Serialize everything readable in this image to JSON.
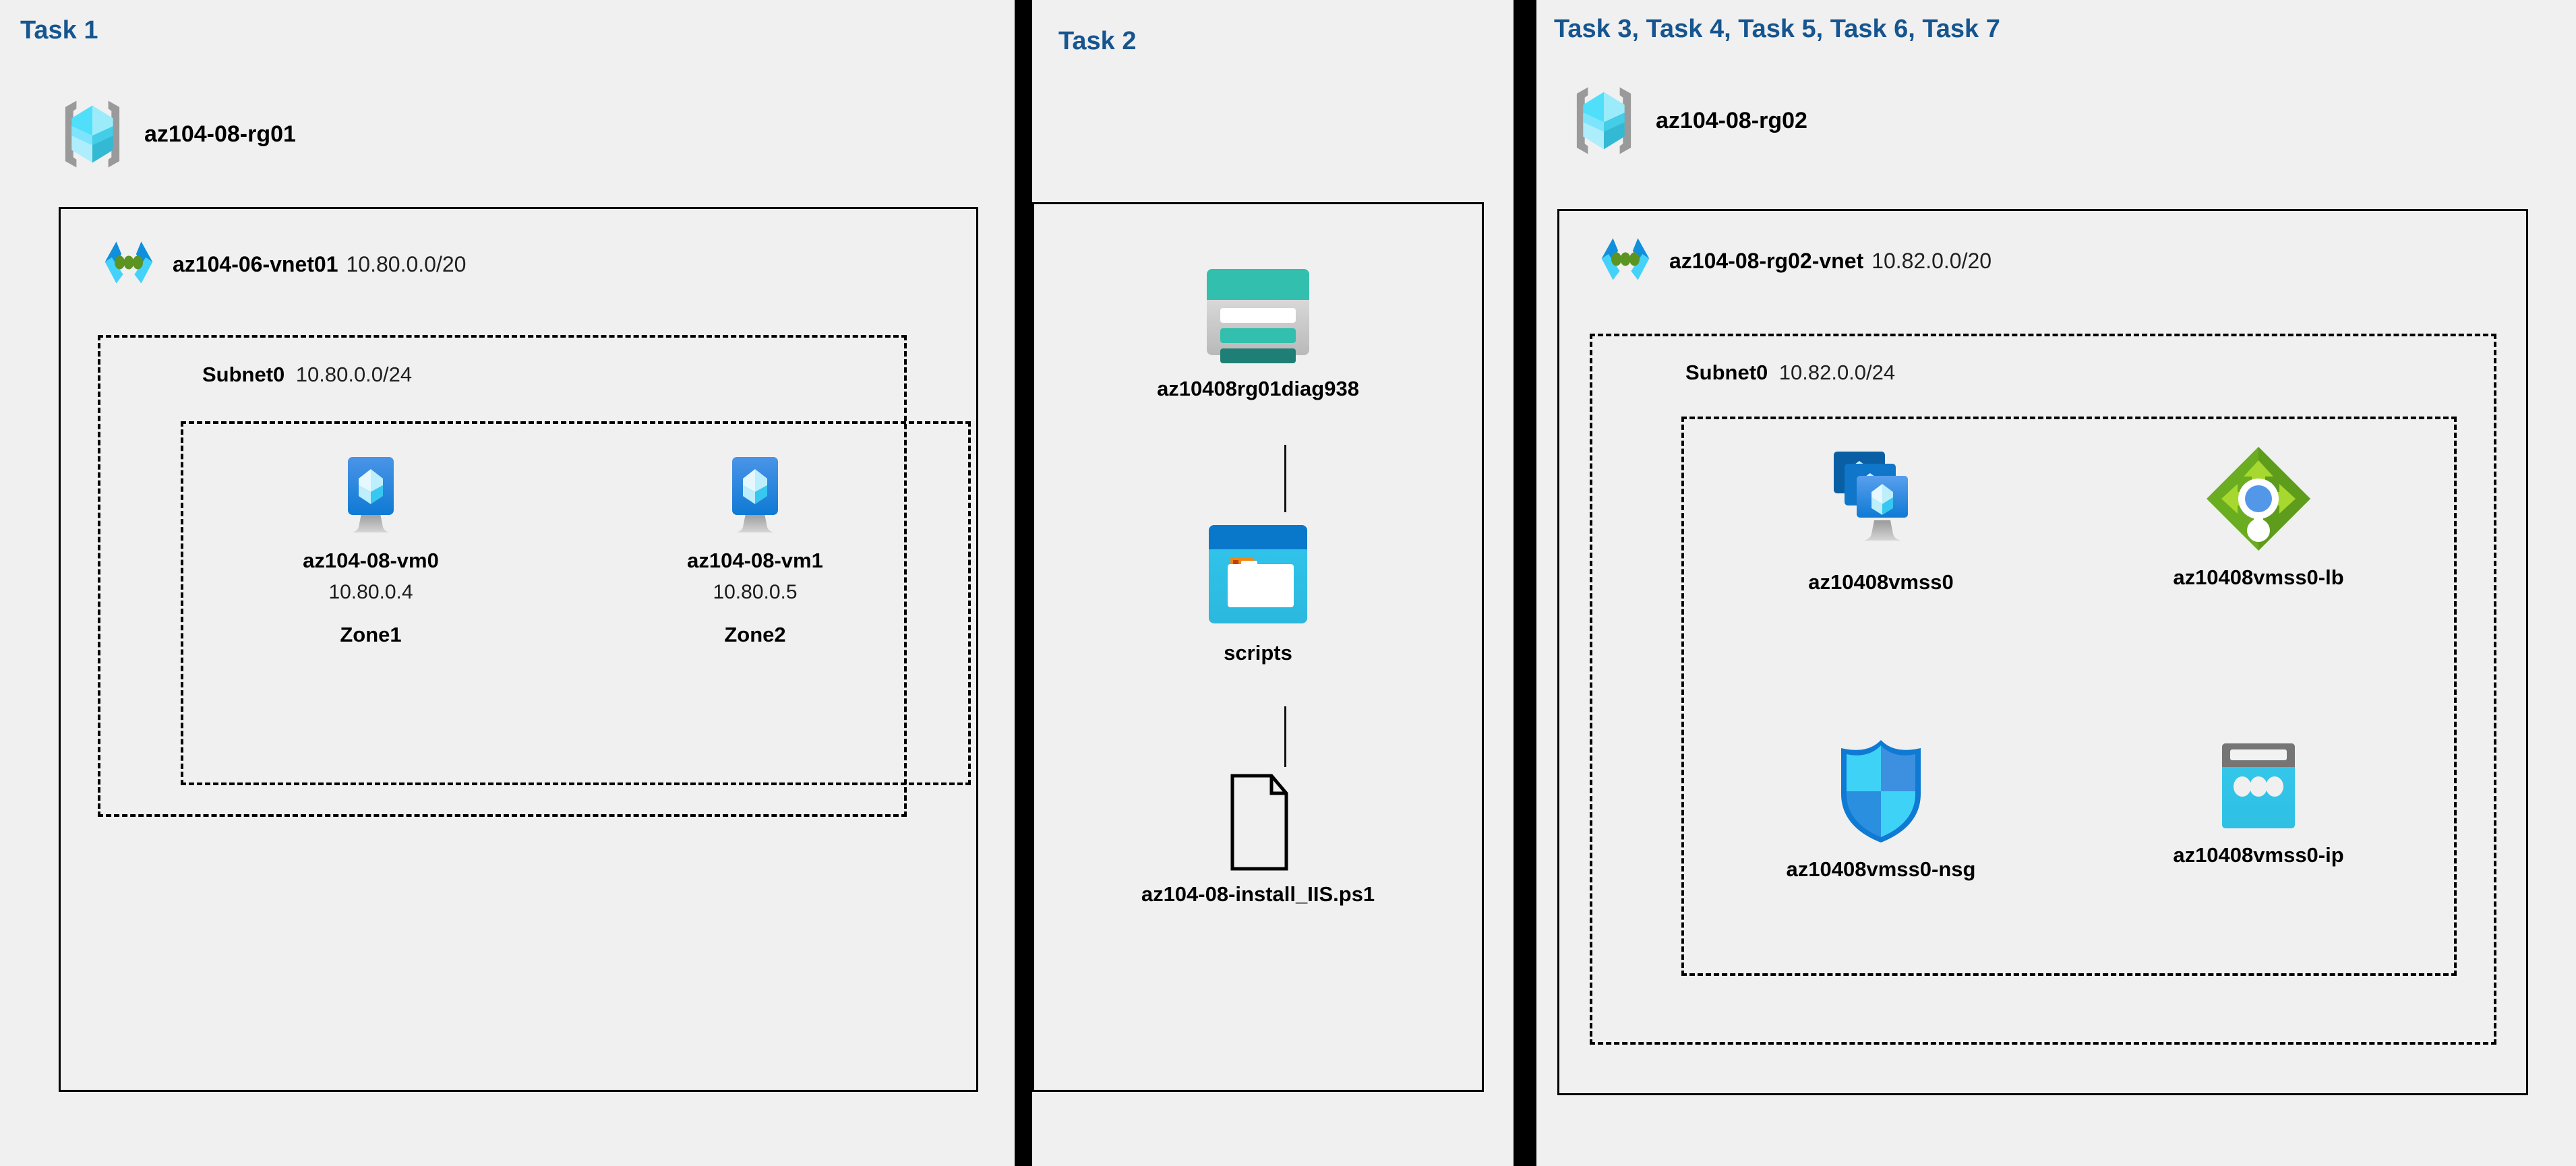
{
  "diagram": {
    "background": "#f0f0f0",
    "accent": "#16558f",
    "panels": [
      {
        "title": "Task 1"
      },
      {
        "title": "Task 2"
      },
      {
        "title": "Task 3, Task 4, Task 5, Task 6, Task 7"
      }
    ]
  },
  "task1": {
    "resource_group": {
      "name": "az104-08-rg01",
      "icon": "resource-group-icon"
    },
    "vnet": {
      "name": "az104-06-vnet01",
      "cidr": "10.80.0.0/20",
      "icon": "virtual-network-icon"
    },
    "subnet": {
      "name": "Subnet0",
      "cidr": "10.80.0.0/24"
    },
    "vms": [
      {
        "name": "az104-08-vm0",
        "ip": "10.80.0.4",
        "zone": "Zone1",
        "icon": "virtual-machine-icon"
      },
      {
        "name": "az104-08-vm1",
        "ip": "10.80.0.5",
        "zone": "Zone2",
        "icon": "virtual-machine-icon"
      }
    ]
  },
  "task2": {
    "storage_account": {
      "name": "az10408rg01diag938",
      "icon": "storage-account-icon"
    },
    "container": {
      "name": "scripts",
      "icon": "blob-container-icon"
    },
    "file": {
      "name": "az104-08-install_IIS.ps1",
      "icon": "file-icon"
    }
  },
  "task3to7": {
    "resource_group": {
      "name": "az104-08-rg02",
      "icon": "resource-group-icon"
    },
    "vnet": {
      "name": "az104-08-rg02-vnet",
      "cidr": "10.82.0.0/20",
      "icon": "virtual-network-icon"
    },
    "subnet": {
      "name": "Subnet0",
      "cidr": "10.82.0.0/24"
    },
    "resources": [
      {
        "name": "az10408vmss0",
        "icon": "vm-scale-set-icon"
      },
      {
        "name": "az10408vmss0-lb",
        "icon": "load-balancer-icon"
      },
      {
        "name": "az10408vmss0-nsg",
        "icon": "network-security-group-icon"
      },
      {
        "name": "az10408vmss0-ip",
        "icon": "public-ip-address-icon"
      }
    ]
  },
  "colors": {
    "panel_title": "#16558f",
    "box_border": "#000000",
    "rg_bracket": "#949494",
    "cube_light": "#9cebfb",
    "cube_mid": "#50dffa",
    "cube_dark": "#34b9d4",
    "vnet_blue": "#0f8fdc",
    "vnet_cyan": "#45d2fa",
    "vnet_green": "#5b9423",
    "vm_blue_top": "#4a94e8",
    "vm_blue_bottom": "#0f7ad4",
    "storage_teal": "#32bfad",
    "storage_teal_dark": "#1f7f76",
    "container_blue": "#0a78ca",
    "container_cyan": "#31c6ed",
    "container_orange": "#f28713",
    "lb_green": "#6aad20",
    "lb_green_light": "#a7d82f",
    "lb_dot_blue": "#5397e8",
    "nsg_cyan": "#3fd2f7",
    "nsg_blue": "#3d8fe0",
    "nsg_border": "#0f7ad4",
    "pip_gray": "#757575",
    "pip_cyan": "#35c9ec"
  }
}
